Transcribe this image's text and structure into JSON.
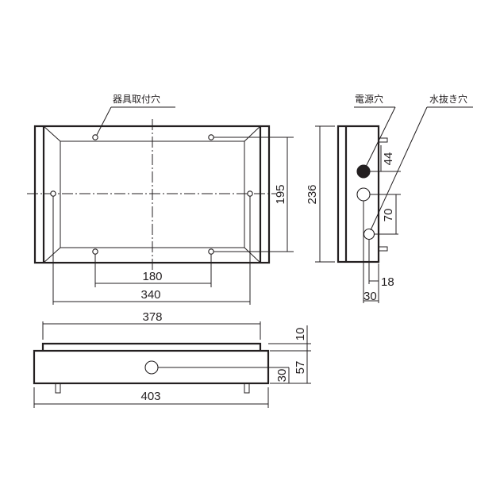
{
  "colors": {
    "line": "#231f20",
    "background": "#ffffff"
  },
  "labels": {
    "mounting_holes": "器具取付穴",
    "power_hole": "電源穴",
    "drain_hole": "水抜き穴"
  },
  "front_view": {
    "dimensions": {
      "hole_spacing_horizontal": "180",
      "inner_width": "340",
      "hole_spacing_vertical": "195"
    }
  },
  "side_view": {
    "dimensions": {
      "overall_height": "236",
      "power_hole_offset": "44",
      "hole_spacing": "70",
      "drain_hole_depth": "18",
      "power_hole_depth": "30"
    }
  },
  "bottom_view": {
    "dimensions": {
      "top_width": "378",
      "overall_width": "403",
      "lip_height": "10",
      "body_height": "57",
      "hole_height": "30"
    }
  }
}
